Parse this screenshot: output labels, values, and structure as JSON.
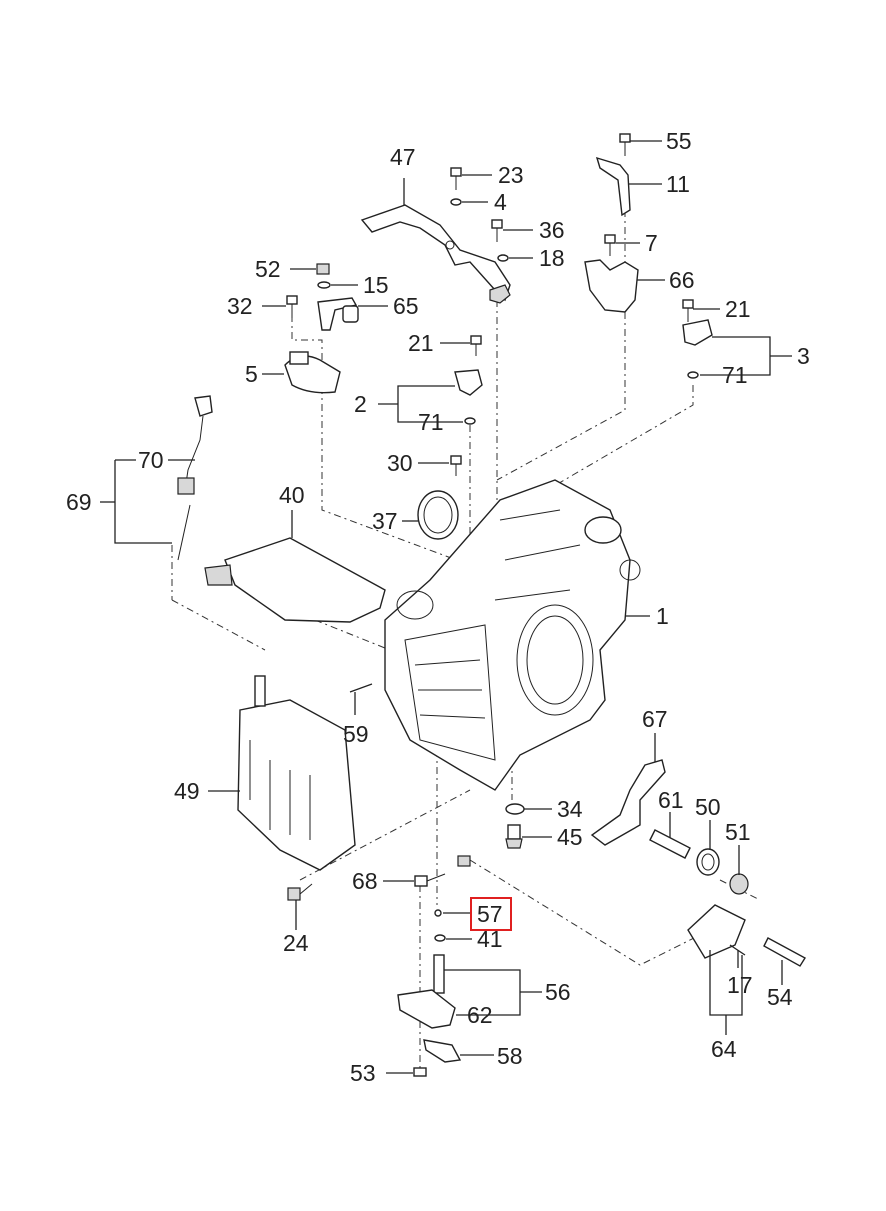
{
  "diagram": {
    "highlighted_part": "57",
    "highlight_color": "#e02020",
    "line_color": "#222222",
    "labels": {
      "l55": "55",
      "l11": "11",
      "l47": "47",
      "l23": "23",
      "l4": "4",
      "l36": "36",
      "l18": "18",
      "l7": "7",
      "l66": "66",
      "l52": "52",
      "l15": "15",
      "l32": "32",
      "l65": "65",
      "l21a": "21",
      "l21b": "21",
      "l3": "3",
      "l71a": "71",
      "l5": "5",
      "l2": "2",
      "l71b": "71",
      "l70": "70",
      "l30": "30",
      "l69": "69",
      "l40": "40",
      "l37": "37",
      "l1": "1",
      "l67": "67",
      "l59": "59",
      "l49": "49",
      "l61": "61",
      "l50": "50",
      "l34": "34",
      "l51": "51",
      "l45": "45",
      "l68": "68",
      "l57": "57",
      "l41": "41",
      "l24": "24",
      "l17": "17",
      "l54": "54",
      "l56": "56",
      "l62": "62",
      "l64": "64",
      "l58": "58",
      "l53": "53"
    }
  }
}
